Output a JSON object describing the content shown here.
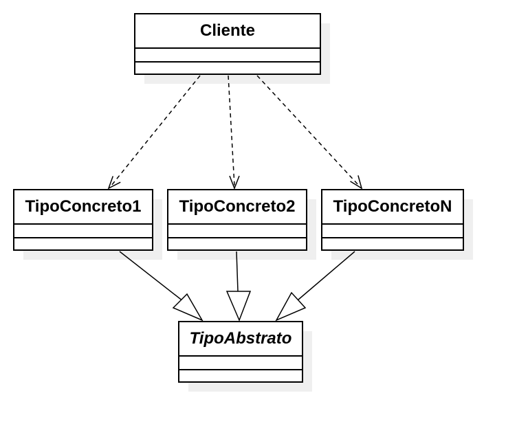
{
  "diagram": {
    "classes": {
      "cliente": {
        "name": "Cliente",
        "abstract": false
      },
      "concreto1": {
        "name": "TipoConcreto1",
        "abstract": false
      },
      "concreto2": {
        "name": "TipoConcreto2",
        "abstract": false
      },
      "concretoN": {
        "name": "TipoConcretoN",
        "abstract": false
      },
      "abstrato": {
        "name": "TipoAbstrato",
        "abstract": true
      }
    },
    "relations": [
      {
        "type": "dependency",
        "from": "Cliente",
        "to": "TipoConcreto1"
      },
      {
        "type": "dependency",
        "from": "Cliente",
        "to": "TipoConcreto2"
      },
      {
        "type": "dependency",
        "from": "Cliente",
        "to": "TipoConcretoN"
      },
      {
        "type": "generalization",
        "from": "TipoConcreto1",
        "to": "TipoAbstrato"
      },
      {
        "type": "generalization",
        "from": "TipoConcreto2",
        "to": "TipoAbstrato"
      },
      {
        "type": "generalization",
        "from": "TipoConcretoN",
        "to": "TipoAbstrato"
      }
    ]
  }
}
